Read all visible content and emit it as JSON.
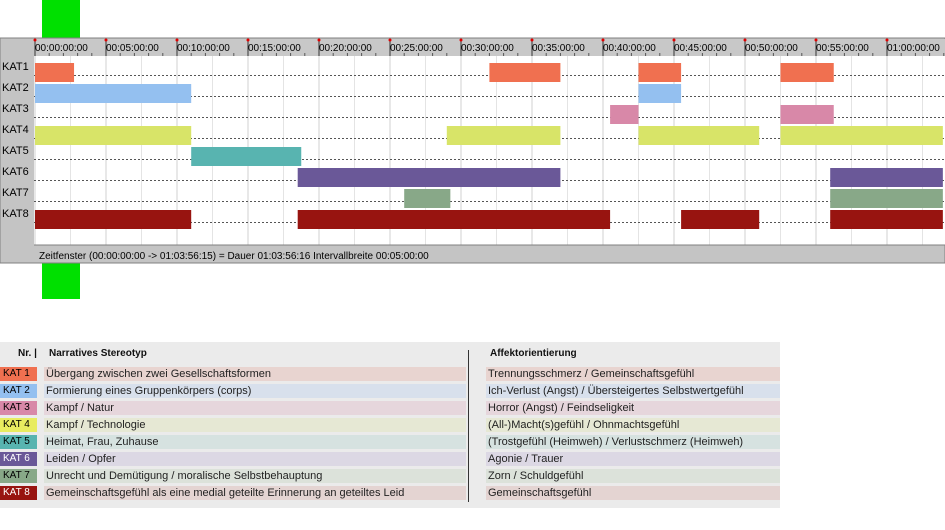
{
  "chart_data": {
    "type": "timeline",
    "axis": {
      "start": "00:00:00:00",
      "end": "01:03:56:15",
      "interval": "00:05:00:00",
      "ticks": [
        "00:00:00:00",
        "00:05:00:00",
        "00:10:00:00",
        "00:15:00:00",
        "00:20:00:00",
        "00:25:00:00",
        "00:30:00:00",
        "00:35:00:00",
        "00:40:00:00",
        "00:45:00:00",
        "00:50:00:00",
        "00:55:00:00",
        "01:00:00:00"
      ]
    },
    "rows": [
      {
        "label": "KAT1",
        "color": "#f07050",
        "intervals": [
          [
            "00:00:00",
            "00:02:45"
          ],
          [
            "00:32:00",
            "00:37:00"
          ],
          [
            "00:42:30",
            "00:45:30"
          ],
          [
            "00:52:30",
            "00:56:15"
          ]
        ]
      },
      {
        "label": "KAT2",
        "color": "#94c0f0",
        "intervals": [
          [
            "00:00:00",
            "00:11:00"
          ],
          [
            "00:42:30",
            "00:45:30"
          ]
        ]
      },
      {
        "label": "KAT3",
        "color": "#d888a8",
        "intervals": [
          [
            "00:40:30",
            "00:42:30"
          ],
          [
            "00:52:30",
            "00:56:15"
          ]
        ]
      },
      {
        "label": "KAT4",
        "color": "#d8e468",
        "intervals": [
          [
            "00:00:00",
            "00:11:00"
          ],
          [
            "00:29:00",
            "00:37:00"
          ],
          [
            "00:42:30",
            "00:51:00"
          ],
          [
            "00:52:30",
            "01:03:56"
          ]
        ]
      },
      {
        "label": "KAT5",
        "color": "#58b4b0",
        "intervals": [
          [
            "00:11:00",
            "00:18:45"
          ]
        ]
      },
      {
        "label": "KAT6",
        "color": "#6a5898",
        "intervals": [
          [
            "00:18:30",
            "00:37:00"
          ],
          [
            "00:56:00",
            "01:03:56"
          ]
        ]
      },
      {
        "label": "KAT7",
        "color": "#88a888",
        "intervals": [
          [
            "00:26:00",
            "00:29:15"
          ],
          [
            "00:56:00",
            "01:03:56"
          ]
        ]
      },
      {
        "label": "KAT8",
        "color": "#981410",
        "intervals": [
          [
            "00:00:00",
            "00:11:00"
          ],
          [
            "00:18:30",
            "00:40:30"
          ],
          [
            "00:45:30",
            "00:51:00"
          ],
          [
            "00:56:00",
            "01:03:56"
          ]
        ]
      }
    ],
    "status_text": "Zeitfenster (00:00:00:00 -> 01:03:56:15) = Dauer 01:03:56:16    Intervallbreite 00:05:00:00"
  },
  "legend": {
    "headers": {
      "nr": "Nr. |",
      "stereotype": "Narratives Stereotyp",
      "affect": "Affektorientierung"
    },
    "rows": [
      {
        "cat": "KAT 1",
        "stereotype": "Übergang zwischen zwei Gesellschaftsformen",
        "affect": "Trennungsschmerz / Gemeinschaftsgefühl",
        "color": "#f07050",
        "bg": "#e8d4d0",
        "text_color": "#000000"
      },
      {
        "cat": "KAT 2",
        "stereotype": "Formierung eines Gruppenkörpers (corps)",
        "affect": "Ich-Verlust (Angst) / Übersteigertes Selbstwertgefühl",
        "color": "#94c0f0",
        "bg": "#d8e0ec",
        "text_color": "#000000"
      },
      {
        "cat": "KAT 3",
        "stereotype": "Kampf / Natur",
        "affect": "Horror (Angst) / Feindseligkeit",
        "color": "#d888a8",
        "bg": "#e6d6dc",
        "text_color": "#000000"
      },
      {
        "cat": "KAT 4",
        "stereotype": "Kampf / Technologie",
        "affect": "(All-)Macht(s)gefühl / Ohnmachtsgefühl",
        "color": "#e8ec60",
        "bg": "#e6e8d4",
        "text_color": "#000000"
      },
      {
        "cat": "KAT 5",
        "stereotype": "Heimat, Frau, Zuhause",
        "affect": "(Trostgefühl (Heimweh) / Verlustschmerz (Heimweh)",
        "color": "#58b4b0",
        "bg": "#d6e2e0",
        "text_color": "#000000"
      },
      {
        "cat": "KAT 6",
        "stereotype": "Leiden / Opfer",
        "affect": "Agonie / Trauer",
        "color": "#6a5898",
        "bg": "#dcd8e4",
        "text_color": "#ffffff"
      },
      {
        "cat": "KAT 7",
        "stereotype": "Unrecht und Demütigung / moralische Selbstbehauptung",
        "affect": "Zorn / Schuldgefühl",
        "color": "#88a888",
        "bg": "#dce2da",
        "text_color": "#000000"
      },
      {
        "cat": "KAT 8",
        "stereotype": "Gemeinschaftsgefühl als eine medial geteilte Erinnerung an geteiltes Leid",
        "affect": "Gemeinschaftsgefühl",
        "color": "#981410",
        "bg": "#e4d4d2",
        "text_color": "#ffffff"
      }
    ]
  }
}
